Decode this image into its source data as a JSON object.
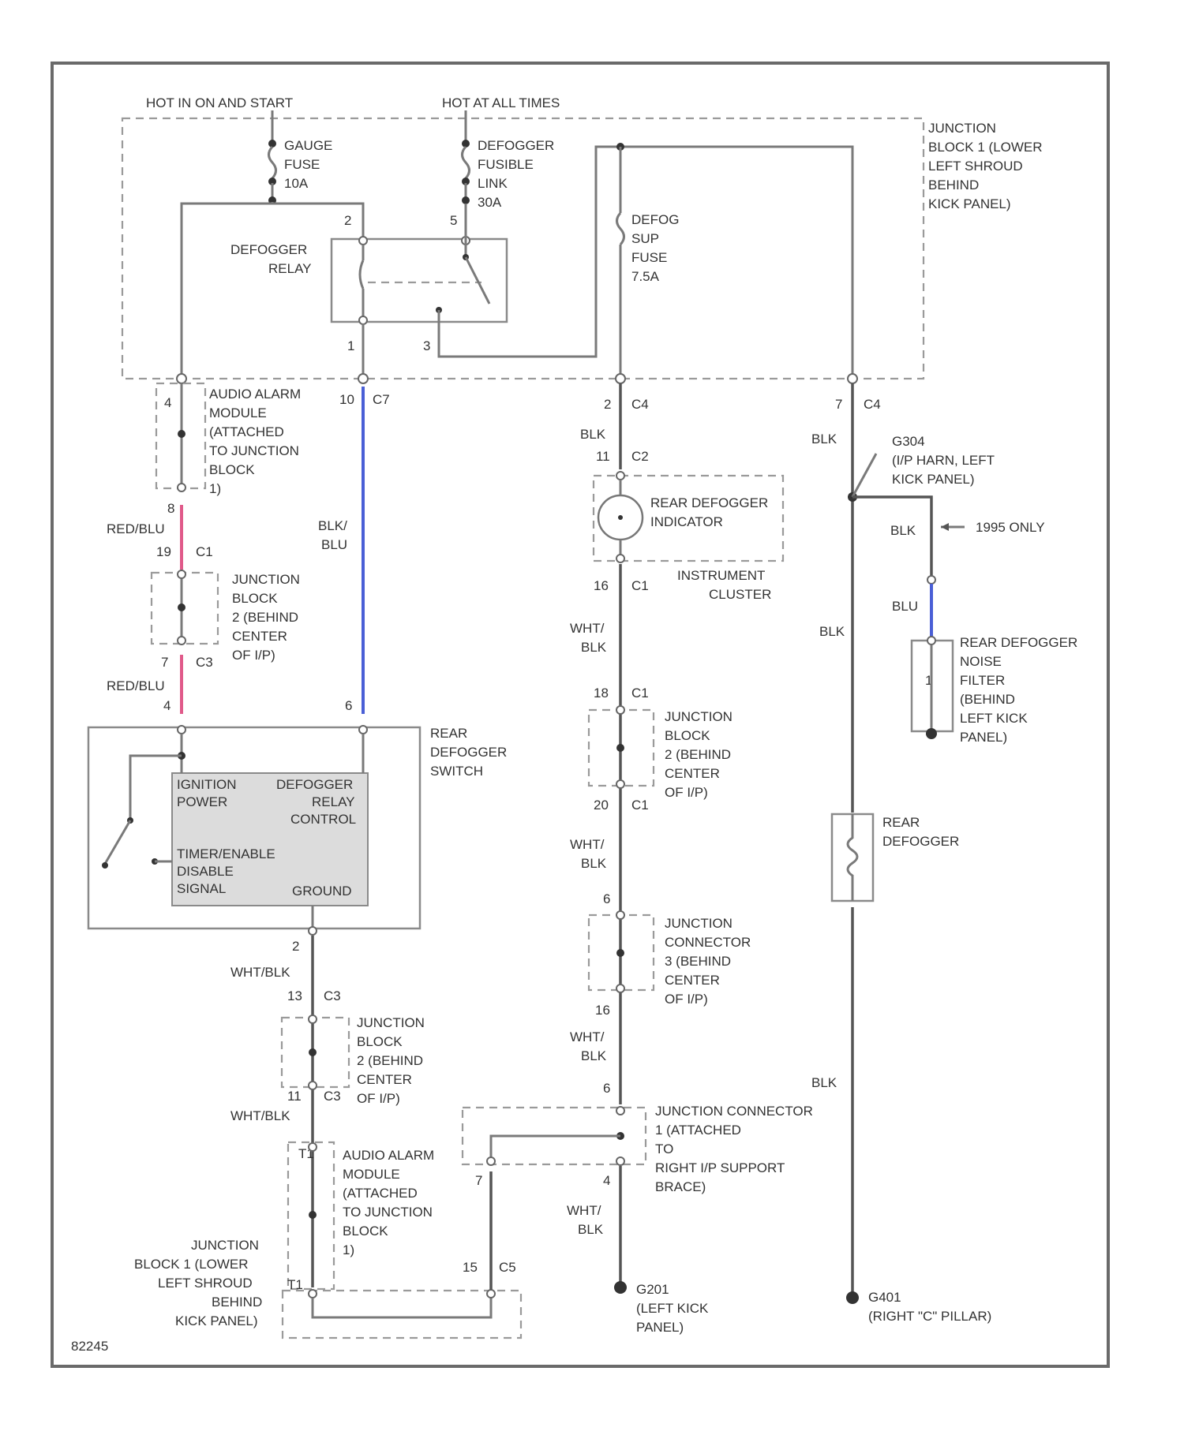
{
  "headers": {
    "hot_run": "HOT IN ON AND START",
    "hot_all": "HOT AT ALL TIMES"
  },
  "junction_block_1": [
    "JUNCTION",
    "BLOCK 1 (LOWER",
    "LEFT SHROUD",
    "BEHIND",
    "KICK PANEL)"
  ],
  "gauge_fuse": [
    "GAUGE",
    "FUSE",
    "10A"
  ],
  "defogger_link": [
    "DEFOGGER",
    "FUSIBLE",
    "LINK",
    "30A"
  ],
  "defog_sup_fuse": [
    "DEFOG",
    "SUP",
    "FUSE",
    "7.5A"
  ],
  "defogger_relay": [
    "DEFOGGER",
    "RELAY"
  ],
  "audio_alarm_top": [
    "AUDIO ALARM",
    "MODULE",
    "(ATTACHED",
    "TO JUNCTION",
    "BLOCK",
    "1)"
  ],
  "junction_block_2a": [
    "JUNCTION",
    "BLOCK",
    "2 (BEHIND",
    "CENTER",
    "OF I/P)"
  ],
  "rear_defogger_switch": [
    "REAR",
    "DEFOGGER",
    "SWITCH"
  ],
  "switch_inner": {
    "ign_power": [
      "IGNITION",
      "POWER"
    ],
    "relay_control": [
      "DEFOGGER",
      "RELAY",
      "CONTROL"
    ],
    "timer_signal": [
      "TIMER/ENABLE",
      "DISABLE",
      "SIGNAL"
    ],
    "ground": "GROUND"
  },
  "rear_defogger_indicator": [
    "REAR DEFOGGER",
    "INDICATOR"
  ],
  "instrument_cluster": [
    "INSTRUMENT",
    "CLUSTER"
  ],
  "g304": [
    "G304",
    "(I/P HARN, LEFT",
    "KICK PANEL)"
  ],
  "note_1995": "1995 ONLY",
  "noise_filter": [
    "REAR DEFOGGER",
    "NOISE",
    "FILTER",
    "(BEHIND",
    "LEFT KICK",
    "PANEL)"
  ],
  "rear_defogger": [
    "REAR",
    "DEFOGGER"
  ],
  "junction_connector_3": [
    "JUNCTION",
    "CONNECTOR",
    "3 (BEHIND",
    "CENTER",
    "OF I/P)"
  ],
  "junction_connector_1": [
    "JUNCTION CONNECTOR",
    "1 (ATTACHED",
    "TO",
    "RIGHT I/P SUPPORT",
    "BRACE)"
  ],
  "audio_alarm_bottom": [
    "AUDIO ALARM",
    "MODULE",
    "(ATTACHED",
    "TO JUNCTION",
    "BLOCK",
    "1)"
  ],
  "junction_block_1_bottom": [
    "JUNCTION",
    "BLOCK 1 (LOWER",
    "LEFT SHROUD",
    "BEHIND",
    "KICK PANEL)"
  ],
  "g201": [
    "G201",
    "(LEFT KICK",
    "PANEL)"
  ],
  "g401": [
    "G401",
    "(RIGHT \"C\" PILLAR)"
  ],
  "diagram_id": "82245",
  "wire_colors": {
    "red_blu": "RED/BLU",
    "blk_blu": [
      "BLK/",
      "BLU"
    ],
    "blk": "BLK",
    "blu": "BLU",
    "wht_blk": [
      "WHT/",
      "BLK"
    ],
    "wht_blk_inline": "WHT/BLK"
  },
  "pin_labels": {
    "relay_2": "2",
    "relay_5": "5",
    "relay_1": "1",
    "relay_3": "3",
    "a": "4",
    "c7_pin": "10",
    "c7": "C7",
    "c4a_pin": "2",
    "c4a": "C4",
    "c4b_pin": "7",
    "c4b": "C4",
    "c2_pin": "11",
    "c2": "C2",
    "t1_pin": "T1",
    "rb_8": "8",
    "c1_19": "19",
    "c1": "C1",
    "c3_7": "7",
    "c3": "C3",
    "sw_4": "4",
    "sw_6": "6",
    "sw_2": "2",
    "ic_16": "16",
    "ic_c1": "C1",
    "jb_18": "18",
    "jb_c1": "C1",
    "jb_20": "20",
    "jb_c1b": "C1",
    "jc_6": "6",
    "jc_16": "16",
    "jb2_13": "13",
    "jb2_c3": "C3",
    "jb2_11": "11",
    "jb2_c3b": "C3",
    "aa_t1": "T1",
    "jc1_6": "6",
    "jc1_7": "7",
    "jc1_4": "4",
    "jb1b_t1": "T1",
    "jb1b_15": "15",
    "jb1b_c5": "C5",
    "nf_1": "1"
  },
  "colors": {
    "wire_pink": "#e05a8a",
    "wire_blue": "#4a5fd6",
    "frame": "#6a6a6a"
  }
}
